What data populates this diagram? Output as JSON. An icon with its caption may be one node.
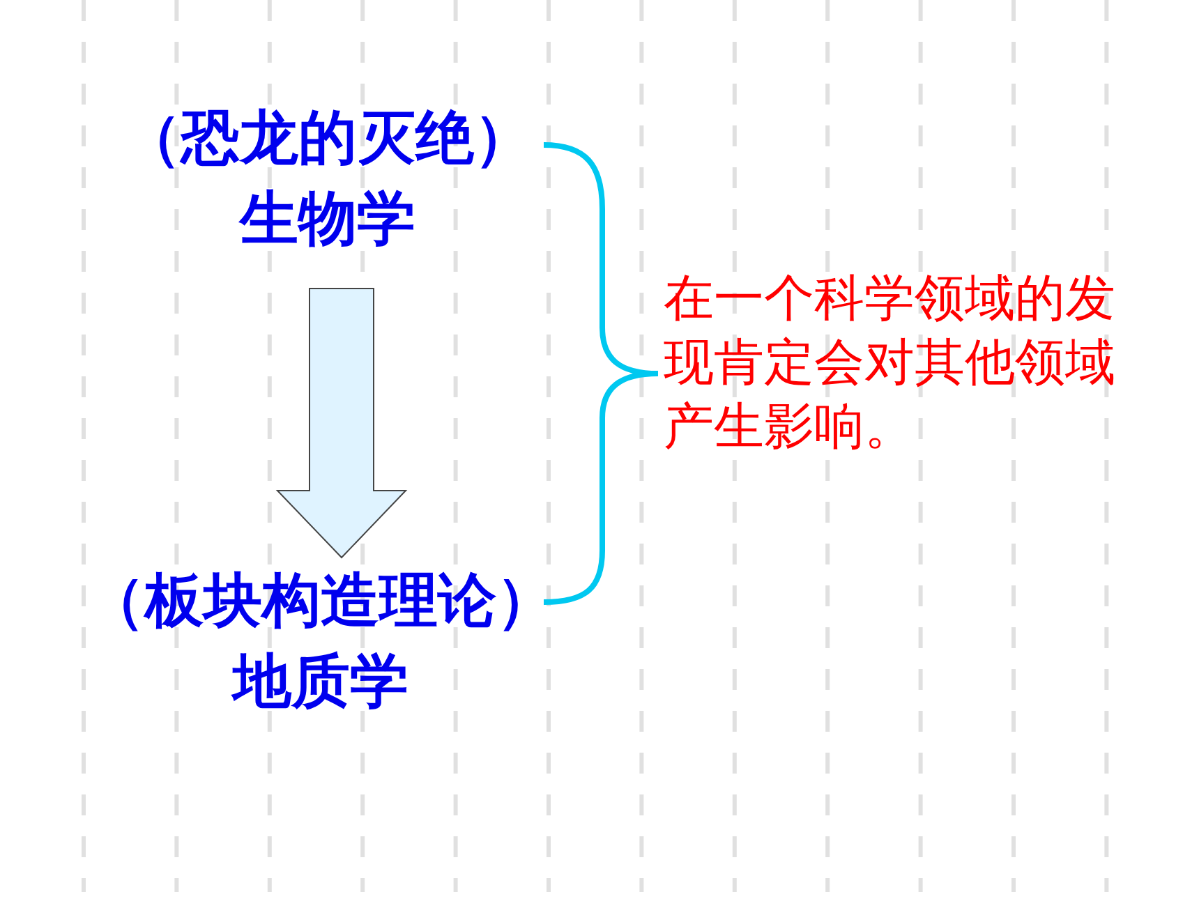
{
  "diagram": {
    "nodes": [
      {
        "text": [
          "（恐龙的灭绝）",
          "生物学"
        ]
      },
      {
        "text": [
          "（板块构造理论）",
          "地质学"
        ]
      },
      {
        "text": [
          "在一个科学领域的发现肯定会对其他领域产生影响。"
        ]
      }
    ],
    "edges": [
      {
        "from": 0,
        "to": 1,
        "arrow": "to"
      }
    ]
  }
}
